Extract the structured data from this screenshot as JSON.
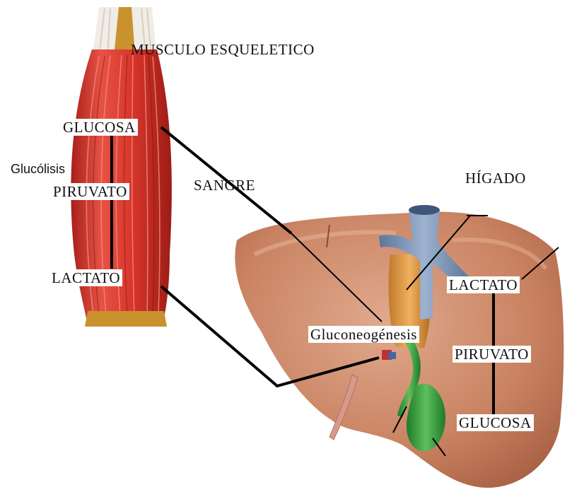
{
  "muscle": {
    "title": "MUSCULO ESQUELETICO",
    "glucose": "GLUCOSA",
    "process": "Glucólisis",
    "pyruvate": "PIRUVATO",
    "lactate": "LACTATO"
  },
  "blood": {
    "label": "SANGRE"
  },
  "liver": {
    "title": "HÍGADO",
    "process": "Gluconeogénesis",
    "lactate": "LACTATO",
    "pyruvate": "PIRUVATO",
    "glucose": "GLUCOSA"
  },
  "colors": {
    "muscle_red": "#d8362c",
    "tendon": "#c9922e",
    "liver": "#c98362",
    "vein_blue": "#7a93b6",
    "gallbladder_green": "#3a9a3a",
    "lines": "#000000"
  }
}
